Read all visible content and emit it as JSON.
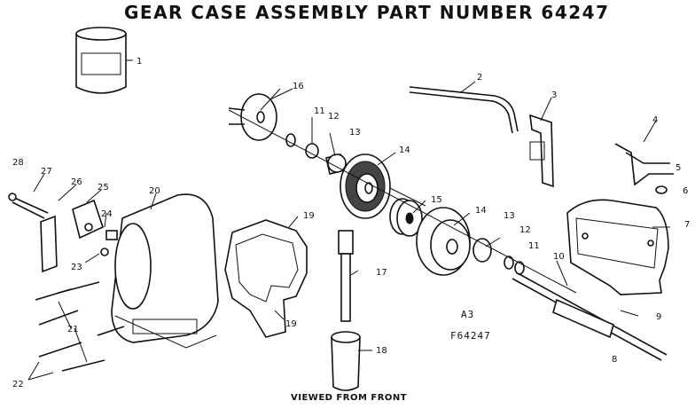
{
  "title": "GEAR CASE ASSEMBLY PART NUMBER 64247",
  "caption": "VIEWED FROM FRONT",
  "diagram_code_line1": "A3",
  "diagram_code_line2": "F64247",
  "callouts": [
    {
      "id": "c1",
      "label": "1"
    },
    {
      "id": "c2",
      "label": "2"
    },
    {
      "id": "c3",
      "label": "3"
    },
    {
      "id": "c4",
      "label": "4"
    },
    {
      "id": "c5",
      "label": "5"
    },
    {
      "id": "c6",
      "label": "6"
    },
    {
      "id": "c7",
      "label": "7"
    },
    {
      "id": "c8",
      "label": "8"
    },
    {
      "id": "c9",
      "label": "9"
    },
    {
      "id": "c10",
      "label": "10"
    },
    {
      "id": "c11a",
      "label": "11"
    },
    {
      "id": "c11b",
      "label": "11"
    },
    {
      "id": "c12a",
      "label": "12"
    },
    {
      "id": "c12b",
      "label": "12"
    },
    {
      "id": "c13a",
      "label": "13"
    },
    {
      "id": "c13b",
      "label": "13"
    },
    {
      "id": "c14a",
      "label": "14"
    },
    {
      "id": "c14b",
      "label": "14"
    },
    {
      "id": "c15",
      "label": "15"
    },
    {
      "id": "c16",
      "label": "16"
    },
    {
      "id": "c17",
      "label": "17"
    },
    {
      "id": "c18",
      "label": "18"
    },
    {
      "id": "c19a",
      "label": "19"
    },
    {
      "id": "c19b",
      "label": "19"
    },
    {
      "id": "c20",
      "label": "20"
    },
    {
      "id": "c21",
      "label": "21"
    },
    {
      "id": "c22",
      "label": "22"
    },
    {
      "id": "c23",
      "label": "23"
    },
    {
      "id": "c24",
      "label": "24"
    },
    {
      "id": "c25",
      "label": "25"
    },
    {
      "id": "c26",
      "label": "26"
    },
    {
      "id": "c27",
      "label": "27"
    },
    {
      "id": "c28",
      "label": "28"
    }
  ]
}
